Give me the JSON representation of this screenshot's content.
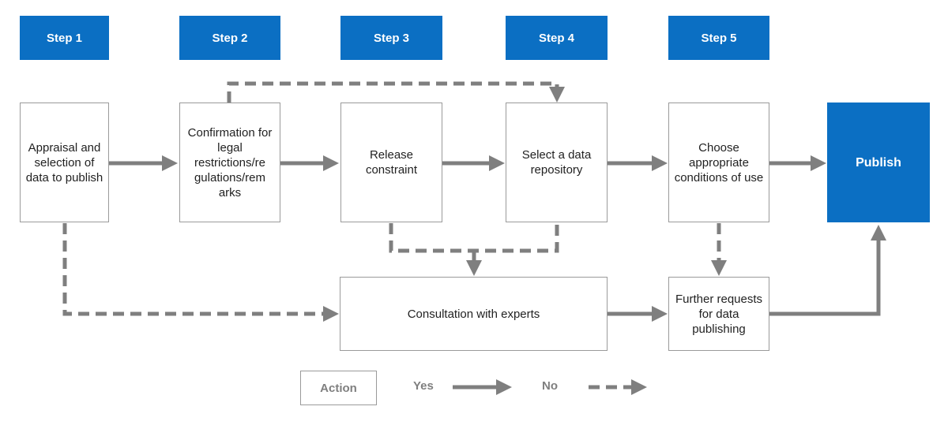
{
  "steps": [
    "Step 1",
    "Step 2",
    "Step 3",
    "Step 4",
    "Step 5"
  ],
  "boxes": {
    "appraisal": "Appraisal and selection of data to publish",
    "confirmation": "Confirmation for legal restrictions/re gulations/rem arks",
    "release": "Release constraint",
    "repository": "Select a data repository",
    "conditions": "Choose appropriate conditions of use",
    "publish": "Publish",
    "consultation": "Consultation with experts",
    "further": "Further requests for data publishing"
  },
  "legend": {
    "action": "Action",
    "yes": "Yes",
    "no": "No"
  },
  "colors": {
    "step_blue": "#0b6fc3",
    "arrow_gray": "#7f7f7f",
    "box_border": "#9a9a9a"
  }
}
